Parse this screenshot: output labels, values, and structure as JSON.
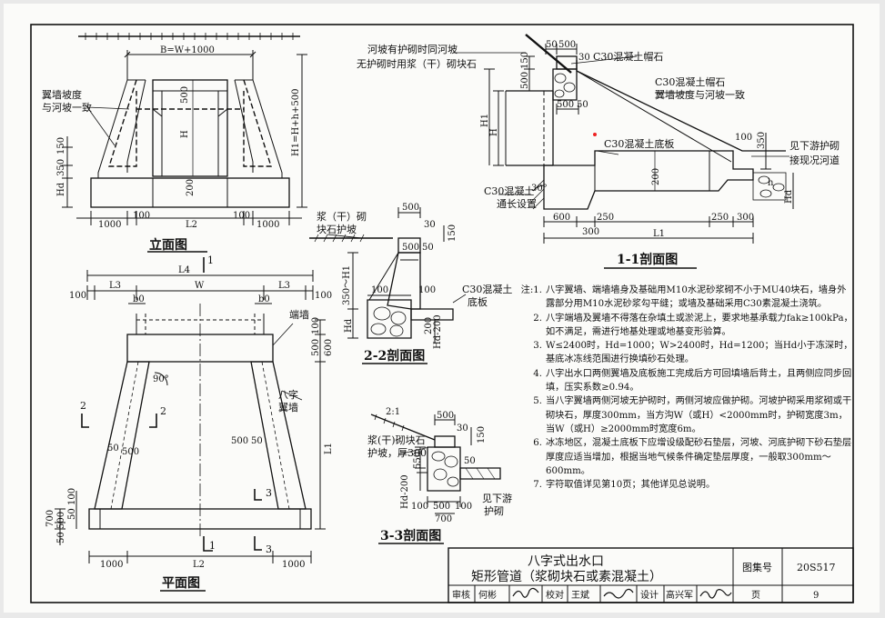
{
  "elevation": {
    "title": "立面图",
    "dim_top": "B=W+1000",
    "slope_note": [
      "翼墙坡度",
      "与河坡一致"
    ],
    "dims": {
      "d500": "500",
      "dH": "H",
      "dH1": "H1=H+h+500",
      "d350": "350",
      "d150": "150",
      "dHd": "Hd",
      "d200": "200",
      "d1000a": "1000",
      "d100a": "100",
      "dL2": "L2",
      "d100b": "100",
      "d1000b": "1000"
    }
  },
  "plan": {
    "title": "平面图",
    "dims": {
      "L4": "L4",
      "L3a": "L3",
      "W": "W",
      "L3b": "L3",
      "d100a": "100",
      "d100b": "100",
      "b0a": "b0",
      "b0b": "b0",
      "d500": "500",
      "d100": "100",
      "d600": "600",
      "ang": "90°",
      "d50a": "50",
      "d500a": "500",
      "d500b": "500",
      "d50b": "50",
      "L1": "L1",
      "d700": "700",
      "d50c": "50",
      "d500c": "500",
      "d50d": "50",
      "d100c": "100",
      "L2": "L2",
      "d1000a": "1000",
      "d1000b": "1000"
    },
    "labels": {
      "end_wall": "端墙",
      "wing_wall": [
        "八字",
        "翼墙"
      ]
    },
    "markers": {
      "s1": "1",
      "s2": "2",
      "s3": "3"
    }
  },
  "sec11": {
    "title": "1-1剖面图",
    "labels": {
      "bank": [
        "河坡有护砌时同河坡",
        "无护砌时用浆（干）砌块石"
      ],
      "cap1": "C30混凝土帽石",
      "cap2": [
        "C30混凝土帽石",
        "翼墙坡度与河坡一致"
      ],
      "base": "C30混凝土底板",
      "fill": [
        "C30混凝土",
        "通长设置"
      ],
      "down": [
        "见下游护砌",
        "接现况河道"
      ]
    },
    "dims": {
      "d50": "50",
      "d500": "500",
      "d30": "30",
      "d150": "150",
      "d500b": "500",
      "d500c": "500",
      "d50b": "50",
      "dH1": "H1",
      "dH": "H",
      "d100": "100",
      "d350": "350",
      "d200": "200",
      "d30deg": "30°",
      "d600": "600",
      "d250a": "250",
      "d250b": "250",
      "d300a": "300",
      "d300b": "300",
      "dL1": "L1",
      "dHd": "Hd",
      "dh": "h"
    }
  },
  "sec22": {
    "title": "2-2剖面图",
    "labels": {
      "rubble": [
        "浆（干）砌",
        "块石护坡"
      ],
      "base": [
        "C30混凝土",
        "底板"
      ]
    },
    "dims": {
      "d500": "500",
      "d30": "30",
      "d150": "150",
      "d500b": "500",
      "d50": "50",
      "dH1": "350～H1",
      "d100a": "100",
      "d100b": "100",
      "d200": "200",
      "dHd": "Hd",
      "dHd200": "Hd-200"
    }
  },
  "sec33": {
    "title": "3-3剖面图",
    "labels": {
      "rubble": [
        "浆(干)砌块石",
        "护坡，厚300"
      ],
      "down": [
        "见下游",
        "护砌"
      ]
    },
    "dims": {
      "d21": "2:1",
      "d500": "500",
      "d30": "30",
      "d150": "150",
      "d550": "550",
      "d50": "50",
      "dHd200": "Hd-200",
      "d100a": "100",
      "d500b": "500",
      "d100b": "100",
      "d700": "700"
    }
  },
  "notes": {
    "head": "注:",
    "items": [
      "八字翼墙、端墙墙身及基础用M10水泥砂浆砌不小于MU40块石，墙身外露部分用M10水泥砂浆勾平缝；或墙及基础采用C30素混凝土浇筑。",
      "八字端墙及翼墙不得落在杂填土或淤泥上，要求地基承载力fak≥100kPa，如不满足，需进行地基处理或地基变形验算。",
      "W≤2400时，Hd=1000；W>2400时，Hd=1200；当Hd小于冻深时，基底冰冻线范围进行换填砂石处理。",
      "八字出水口两侧翼墙及底板施工完成后方可回填墙后背土，且两侧应同步回填，压实系数≥0.94。",
      "当八字翼墙两侧河坡无护砌时，两侧河坡应做护砌。河坡护砌采用浆砌或干砌块石，厚度300mm，当方沟W（或H）<2000mm时，护砌宽度3m，当W（或H）≥2000mm时宽度6m。",
      "冰冻地区，混凝土底板下应增设级配砂石垫层，河坡、河底护砌下砂石垫层厚度应适当增加，根据当地气候条件确定垫层厚度，一般取300mm～600mm。",
      "字符取值详见第10页；其他详见总说明。"
    ]
  },
  "titleblock": {
    "title1": "八字式出水口",
    "title2": "矩形管道（浆砌块石或素混凝土）",
    "atlas_label": "图集号",
    "atlas_no": "20S517",
    "review": "审核",
    "reviewer": "何彬",
    "check": "校对",
    "checker": "王斌",
    "design": "设计",
    "designer": "高兴军",
    "page_label": "页",
    "page_no": "9"
  }
}
